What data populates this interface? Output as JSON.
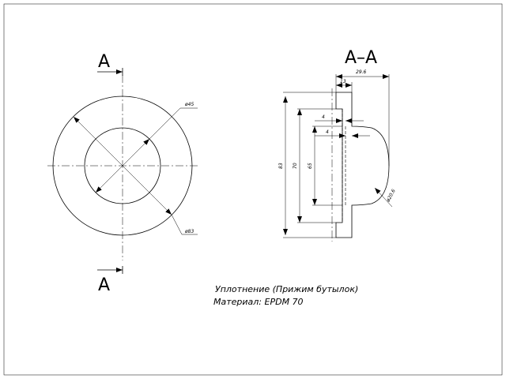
{
  "section_marker": "A",
  "section_marker_bottom": "A",
  "section_title": "A–A",
  "dimensions": {
    "d45": "ø45",
    "d83": "ø83",
    "w296": "29.6",
    "w13": "13",
    "h83": "83",
    "h70": "70",
    "h65": "65",
    "t4a": "4",
    "t4b": "4",
    "r206": "ø20.6"
  },
  "notes": {
    "line1": "Уплотнение (Прижим бутылок)",
    "line2": "Материал: EPDM 70"
  }
}
